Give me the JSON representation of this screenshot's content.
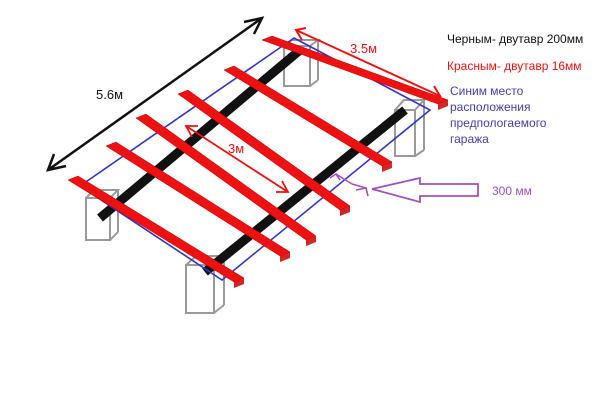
{
  "labels": {
    "length": "5.6м",
    "width": "3.5м",
    "inner_span": "3м",
    "offset": "300 мм"
  },
  "legend": {
    "black": "Черным- двутавр 200мм",
    "red": "Красным- двутавр 16мм",
    "blue_lines": [
      "Синим место",
      "расположения",
      "предпологаемого",
      "гаража"
    ]
  },
  "colors": {
    "black_beam": "#111111",
    "red_beam": "#ee1111",
    "outline": "#3333cc",
    "pillar": "#9a9a9a",
    "dimension": "#ee1111",
    "arrow_purple": "#a050c0",
    "legend_blue": "#4040b8"
  }
}
